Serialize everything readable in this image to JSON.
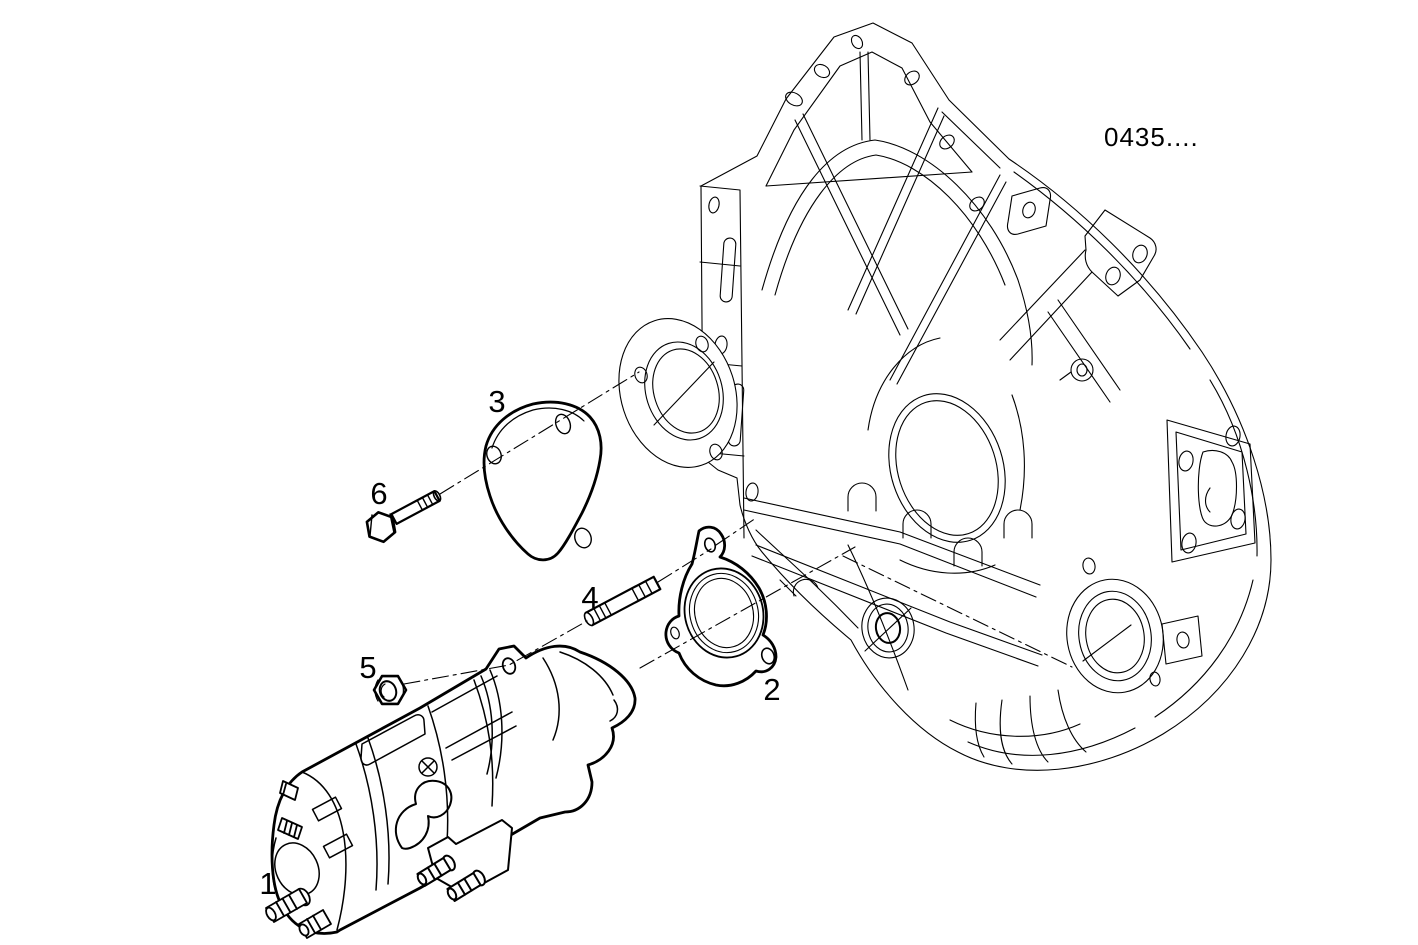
{
  "page": {
    "background_color": "#ffffff",
    "ink_color": "#000000",
    "kind": "exploded-parts-line-drawing"
  },
  "figure": {
    "drawing_code": "0435....",
    "callouts": [
      {
        "number": "1"
      },
      {
        "number": "2"
      },
      {
        "number": "3"
      },
      {
        "number": "4"
      },
      {
        "number": "5"
      },
      {
        "number": "6"
      }
    ]
  }
}
